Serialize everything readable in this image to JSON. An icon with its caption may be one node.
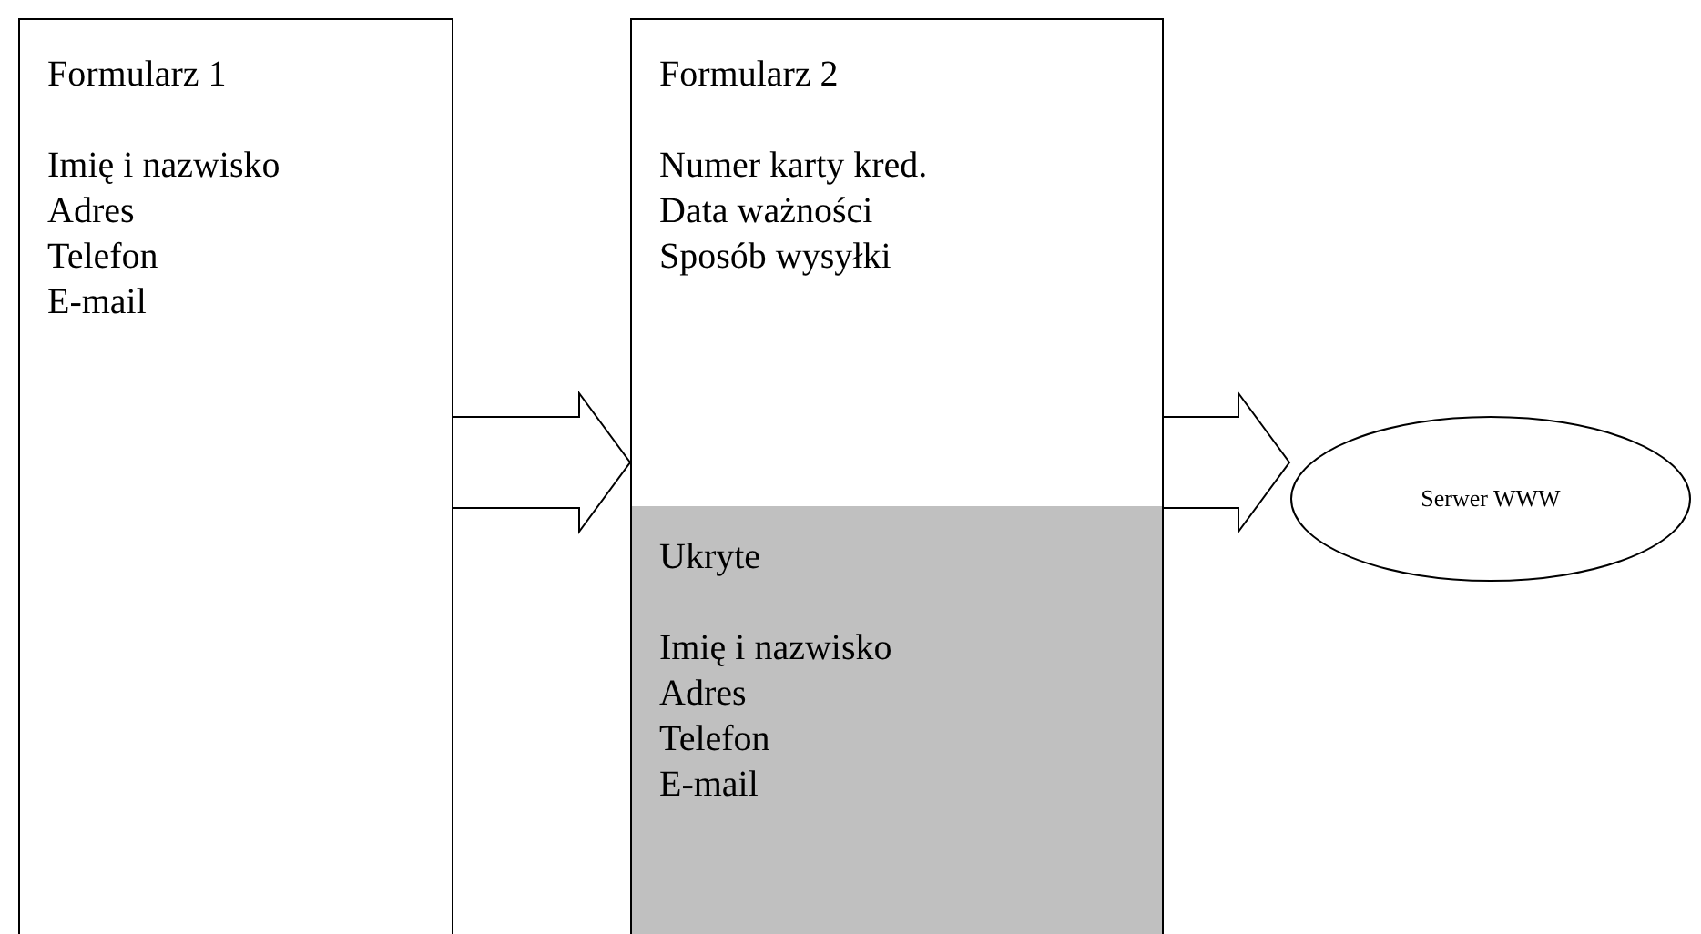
{
  "diagram": {
    "nodes": [
      {
        "text": [
          "Formularz 1",
          "Imię i nazwisko",
          "Adres",
          "Telefon",
          "E-mail"
        ]
      },
      {
        "text": [
          "Formularz 2",
          "Numer karty kred.",
          "Data ważności",
          "Sposób wysyłki"
        ]
      },
      {
        "text": [
          "Ukryte",
          "Imię i nazwisko",
          "Adres",
          "Telefon",
          "E-mail"
        ]
      },
      {
        "text": [
          "Serwer WWW"
        ]
      }
    ],
    "edges": [
      {
        "from": 0,
        "to": 1,
        "arrow": "to"
      },
      {
        "from": 1,
        "to": 3,
        "arrow": "to"
      }
    ]
  }
}
